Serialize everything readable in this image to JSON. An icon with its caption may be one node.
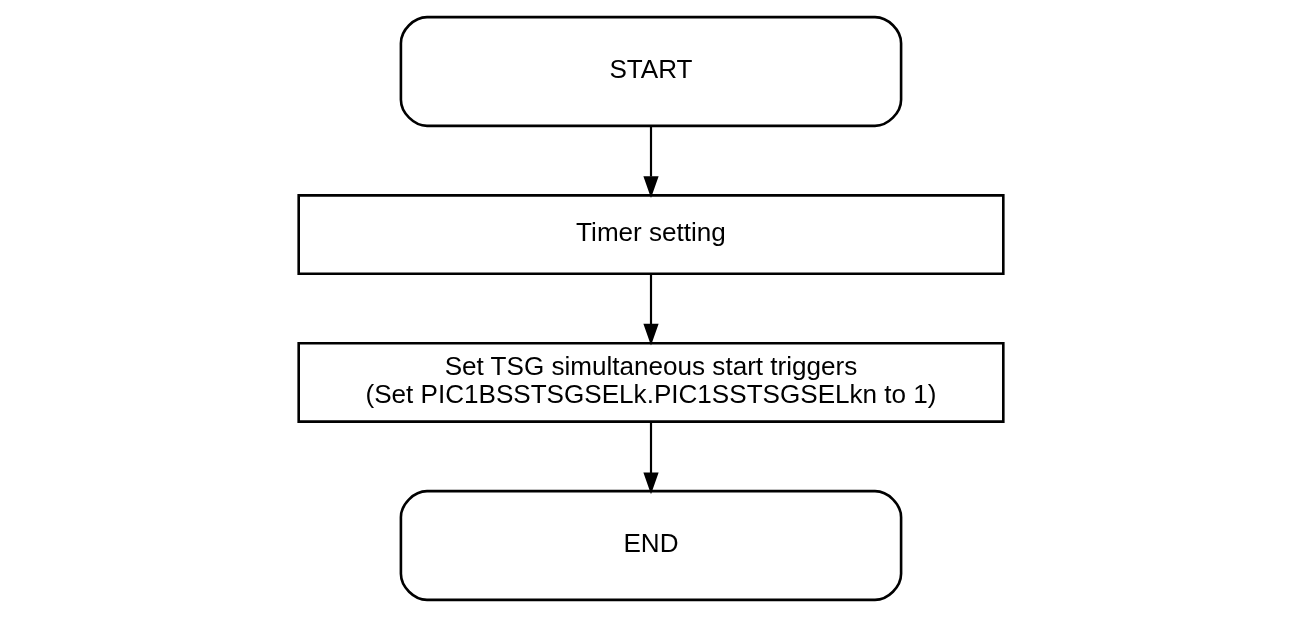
{
  "diagram": {
    "nodes": [
      {
        "text": [
          "START"
        ]
      },
      {
        "text": [
          "Timer setting"
        ]
      },
      {
        "text": [
          "Set TSG simultaneous start triggers",
          "(Set PIC1BSSTSGSELk.PIC1SSTSGSELkn to 1)"
        ]
      },
      {
        "text": [
          "END"
        ]
      }
    ],
    "edges": [
      {
        "from": 0,
        "to": 1,
        "arrow": "to"
      },
      {
        "from": 1,
        "to": 2,
        "arrow": "to"
      },
      {
        "from": 2,
        "to": 3,
        "arrow": "to"
      }
    ]
  }
}
